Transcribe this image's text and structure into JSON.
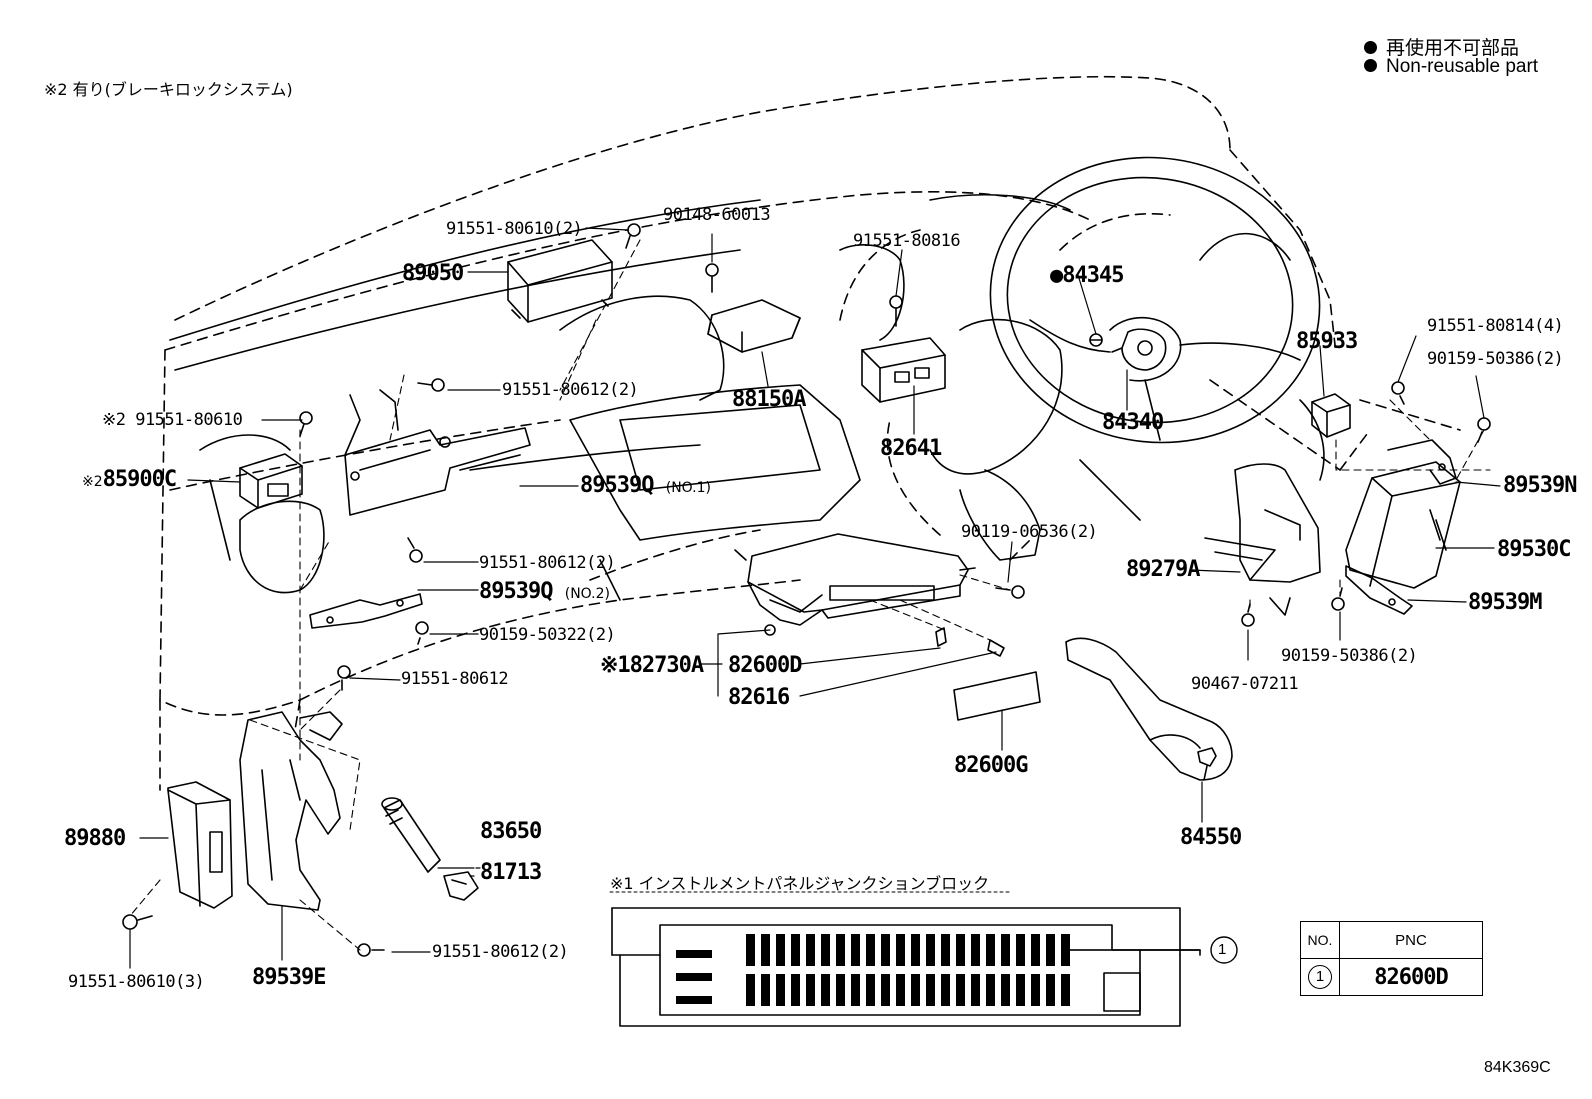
{
  "legend": {
    "non_reusable_jp": "再使用不可部品",
    "non_reusable_en": "Non-reusable part"
  },
  "notes": {
    "note2": "※2 有り(ブレーキロックシステム)",
    "note1_title": "※1 インストルメントパネルジャンクションブロック"
  },
  "labels": {
    "p91551_80610_2": "91551-80610(2)",
    "p90148_60013": "90148-60013",
    "p89050": "89050",
    "p91551_80816": "91551-80816",
    "p84345": "84345",
    "p84345_mark": "●",
    "p85933": "85933",
    "p91551_80814_4": "91551-80814(4)",
    "p90159_50386_2a": "90159-50386(2)",
    "p91551_80612_2a": "91551-80612(2)",
    "p88150A": "88150A",
    "p84340": "84340",
    "p91551_80610_n2": "※2 91551-80610",
    "p82641": "82641",
    "p85900C": "85900C",
    "p85900C_mark": "※2",
    "p89539Q_1": "89539Q",
    "p89539Q_1_sub": "(NO.1)",
    "p89539N": "89539N",
    "p90119_06536_2": "90119-06536(2)",
    "p89530C": "89530C",
    "p91551_80612_2b": "91551-80612(2)",
    "p89279A": "89279A",
    "p89539Q_2": "89539Q",
    "p89539Q_2_sub": "(NO.2)",
    "p89539M": "89539M",
    "p90159_50322_2": "90159-50322(2)",
    "p82730A": "※182730A",
    "p82600D": "82600D",
    "p90159_50386_2b": "90159-50386(2)",
    "p91551_80612": "91551-80612",
    "p90467_07211": "90467-07211",
    "p82616": "82616",
    "p82600G": "82600G",
    "p89880": "89880",
    "p83650": "83650",
    "p84550": "84550",
    "p81713": "81713",
    "p91551_80610_3": "91551-80610(3)",
    "p89539E": "89539E",
    "p91551_80612_2c": "91551-80612(2)",
    "callout_num": "1"
  },
  "pnc_table": {
    "header_no": "NO.",
    "header_pnc": "PNC",
    "row_no": "1",
    "row_pnc": "82600D"
  },
  "figure_code": "84K369C"
}
